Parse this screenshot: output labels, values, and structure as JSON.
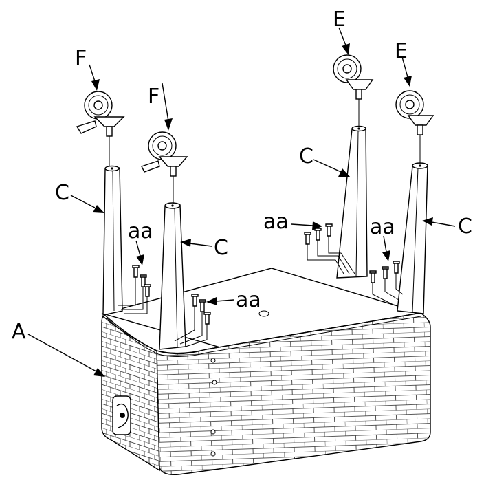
{
  "labels": {
    "cabinet": "A",
    "leg": "C",
    "caster_plain": "E",
    "caster_locking": "F",
    "screws": "aa"
  },
  "colors": {
    "line": "#000000",
    "background": "#ffffff"
  }
}
